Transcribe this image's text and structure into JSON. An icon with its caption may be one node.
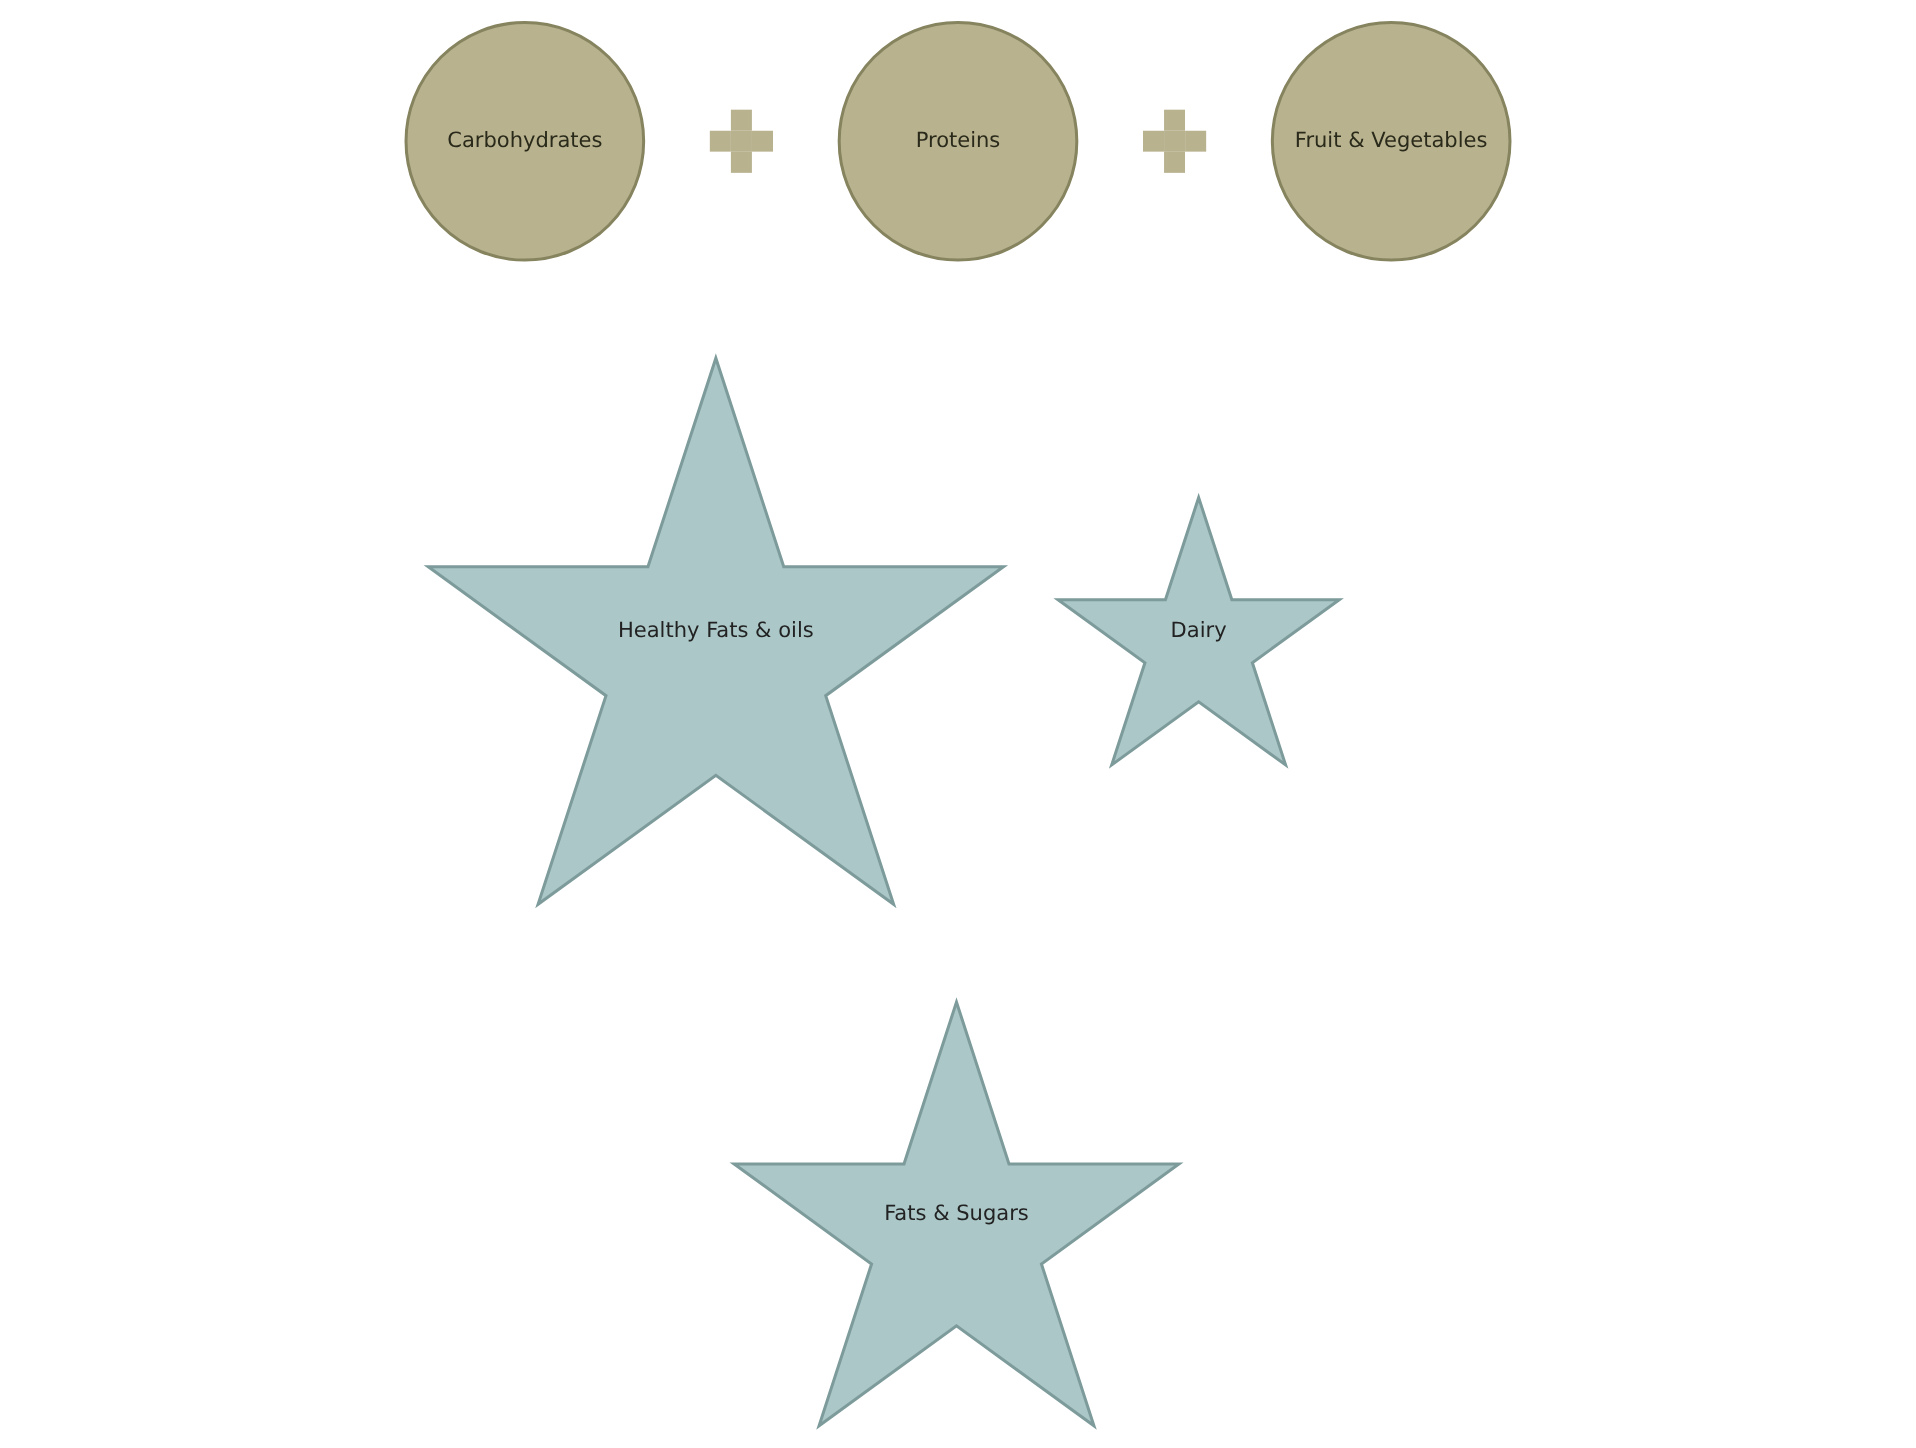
{
  "diagram": {
    "nodes": [
      {
        "text": [
          "Carbohydrates"
        ]
      },
      {
        "text": [],
        "shape": "plus"
      },
      {
        "text": [
          "Proteins"
        ]
      },
      {
        "text": [],
        "shape": "plus"
      },
      {
        "text": [
          "Fruit & Vegetables"
        ]
      },
      {
        "text": [
          "Healthy Fats & oils"
        ]
      },
      {
        "text": [
          "Dairy"
        ]
      },
      {
        "text": [
          "Fats & Sugars"
        ]
      }
    ]
  }
}
